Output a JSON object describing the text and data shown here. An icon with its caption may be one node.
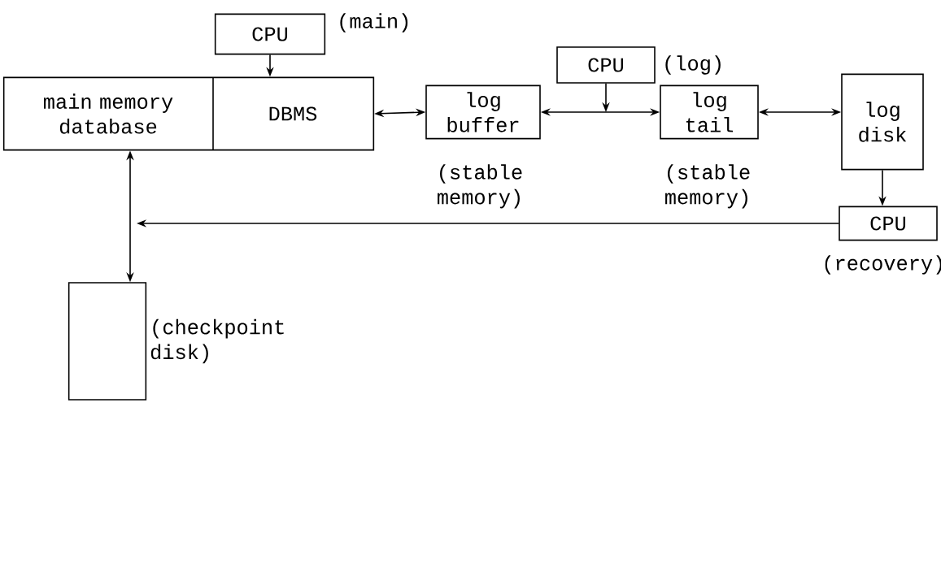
{
  "diagram": {
    "nodes": [
      {
        "text": [
          "CPU"
        ],
        "beside": [
          "(main)"
        ]
      },
      {
        "text": [
          "main memory database",
          "DBMS"
        ]
      },
      {
        "text": [
          "CPU"
        ],
        "beside": [
          "(log)"
        ]
      },
      {
        "text": [
          "log buffer"
        ],
        "beside": [
          "(stable memory)"
        ]
      },
      {
        "text": [
          "log tail"
        ],
        "beside": [
          "(stable memory)"
        ]
      },
      {
        "text": [
          "log disk"
        ]
      },
      {
        "text": [
          "CPU"
        ],
        "beside": [
          "(recovery)"
        ]
      },
      {
        "text": [],
        "shape": "box",
        "beside": [
          "(checkpoint disk)"
        ]
      }
    ],
    "edges": [
      {
        "from": 0,
        "to": 1,
        "arrow": "to"
      },
      {
        "from": 1,
        "to": 3,
        "arrow": "both"
      },
      {
        "from": 3,
        "to": 4,
        "arrow": "both"
      },
      {
        "from": 2,
        "to": null,
        "arrow": "to"
      },
      {
        "from": 4,
        "to": 5,
        "arrow": "both"
      },
      {
        "from": 5,
        "to": 6,
        "arrow": "to"
      },
      {
        "from": 1,
        "to": 7,
        "arrow": "both"
      },
      {
        "from": 6,
        "to": null,
        "arrow": "to"
      }
    ]
  }
}
